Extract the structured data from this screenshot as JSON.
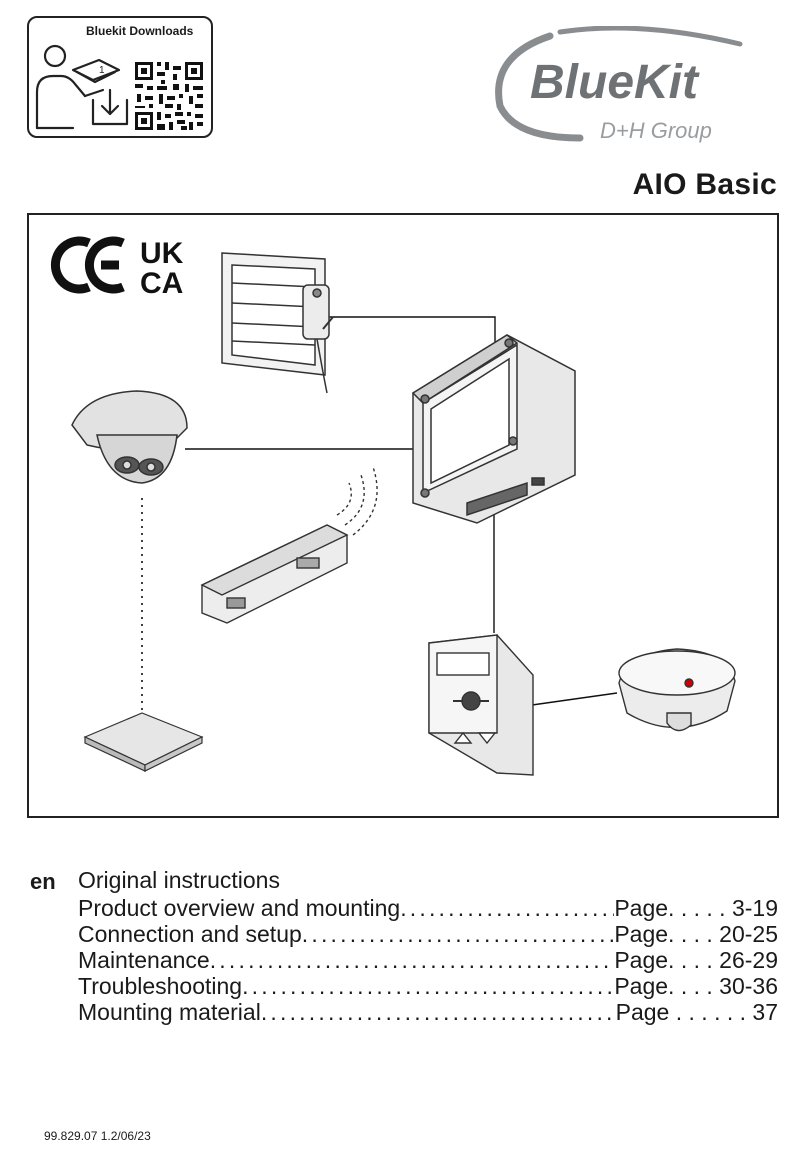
{
  "downloads": {
    "title": "Bluekit Downloads"
  },
  "brand": {
    "name": "BlueKit",
    "group": "D+H Group",
    "logo_color": "#6f7275"
  },
  "document": {
    "title": "AIO Basic",
    "number": "99.829.07 1.2/06/23"
  },
  "certifications": [
    "CE",
    "UKCA"
  ],
  "toc": {
    "language": "en",
    "heading": "Original instructions",
    "entries": [
      {
        "label": "Product overview and mounting",
        "page": "Page. . . . . 3-19"
      },
      {
        "label": "Connection and setup",
        "page": "Page. . . . 20-25"
      },
      {
        "label": "Maintenance",
        "page": "Page. . . . 26-29"
      },
      {
        "label": "Troubleshooting ",
        "page": "Page. . . . 30-36"
      },
      {
        "label": "Mounting material",
        "page": "Page . . . . . . 37"
      }
    ]
  }
}
